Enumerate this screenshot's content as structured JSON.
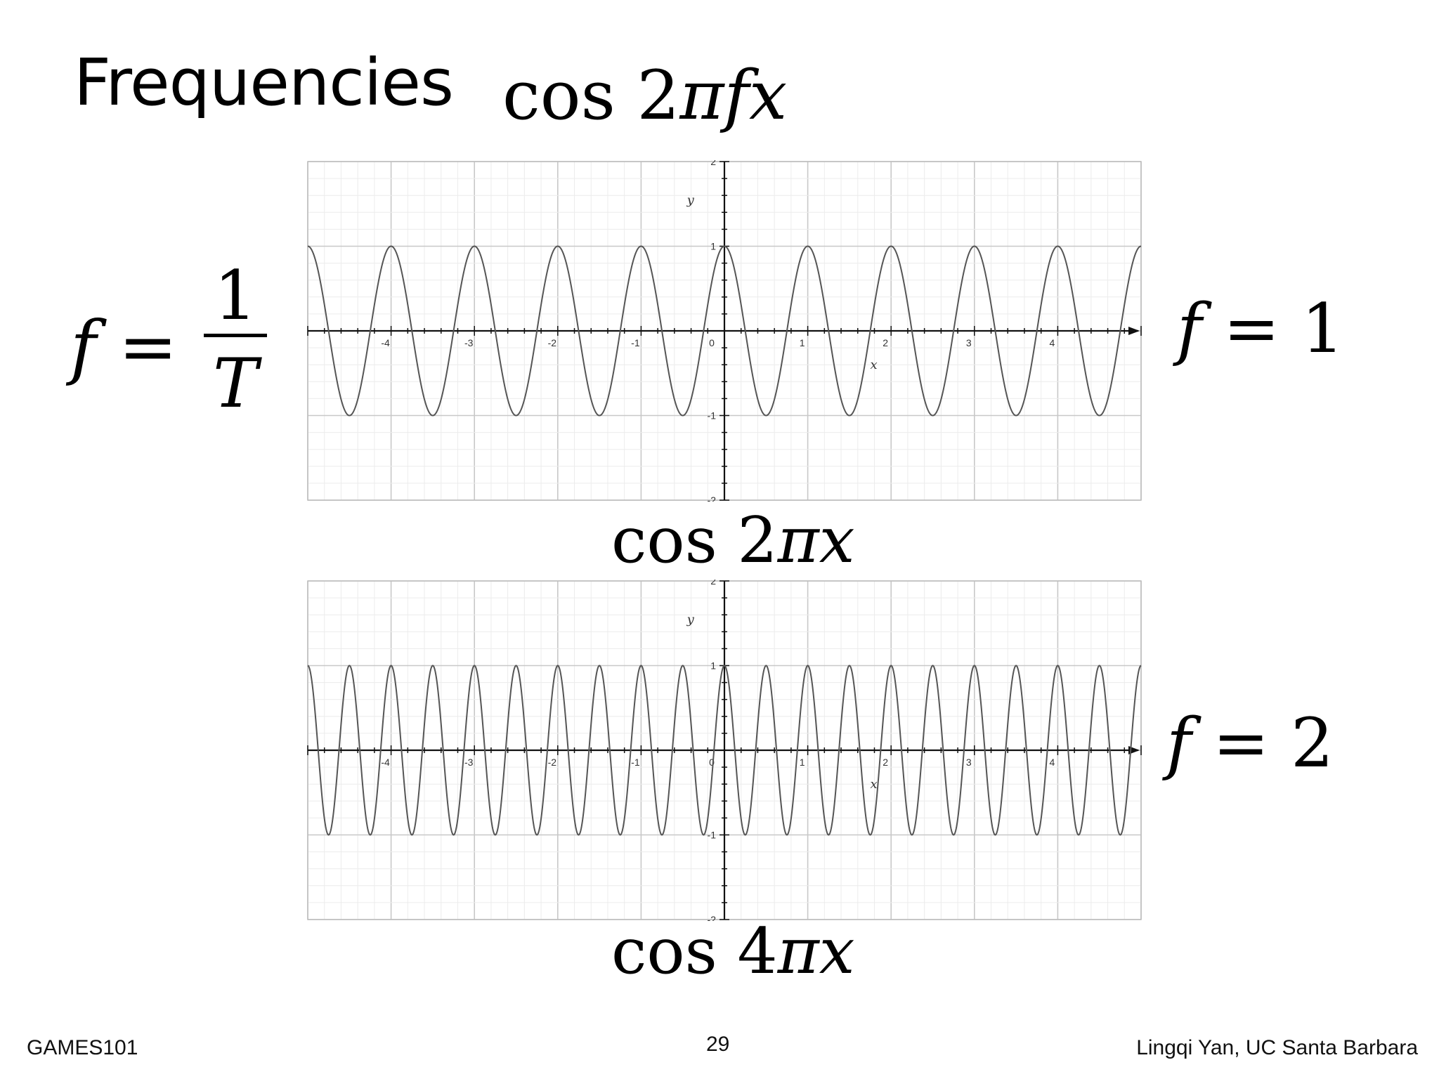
{
  "slide": {
    "title": "Frequencies",
    "title_formula": "cos 2πfx",
    "period_label_lhs": "f =",
    "period_label_num": "1",
    "period_label_den": "T",
    "footer_left": "GAMES101",
    "page_number": "29",
    "footer_right": "Lingqi Yan, UC Santa Barbara"
  },
  "chart_data": [
    {
      "type": "line",
      "function": "cos(2πx)",
      "caption": "cos 2πx",
      "side_label": "f = 1",
      "frequency": 1,
      "xlabel": "x",
      "ylabel": "y",
      "xlim": [
        -5,
        5
      ],
      "ylim": [
        -2,
        2
      ],
      "x_ticks": [
        "-4",
        "-3",
        "-2",
        "-1",
        "0",
        "1",
        "2",
        "3",
        "4"
      ],
      "y_ticks": [
        "2",
        "1",
        "-1",
        "-2"
      ],
      "grid": true,
      "curve_color": "#555555",
      "grid_color": "#d4d4d4"
    },
    {
      "type": "line",
      "function": "cos(4πx)",
      "caption": "cos 4πx",
      "side_label": "f = 2",
      "frequency": 2,
      "xlabel": "x",
      "ylabel": "y",
      "xlim": [
        -5,
        5
      ],
      "ylim": [
        -2,
        2
      ],
      "x_ticks": [
        "-4",
        "-3",
        "-2",
        "-1",
        "0",
        "1",
        "2",
        "3",
        "4"
      ],
      "y_ticks": [
        "2",
        "1",
        "-1",
        "-2"
      ],
      "grid": true,
      "curve_color": "#555555",
      "grid_color": "#d4d4d4"
    }
  ]
}
